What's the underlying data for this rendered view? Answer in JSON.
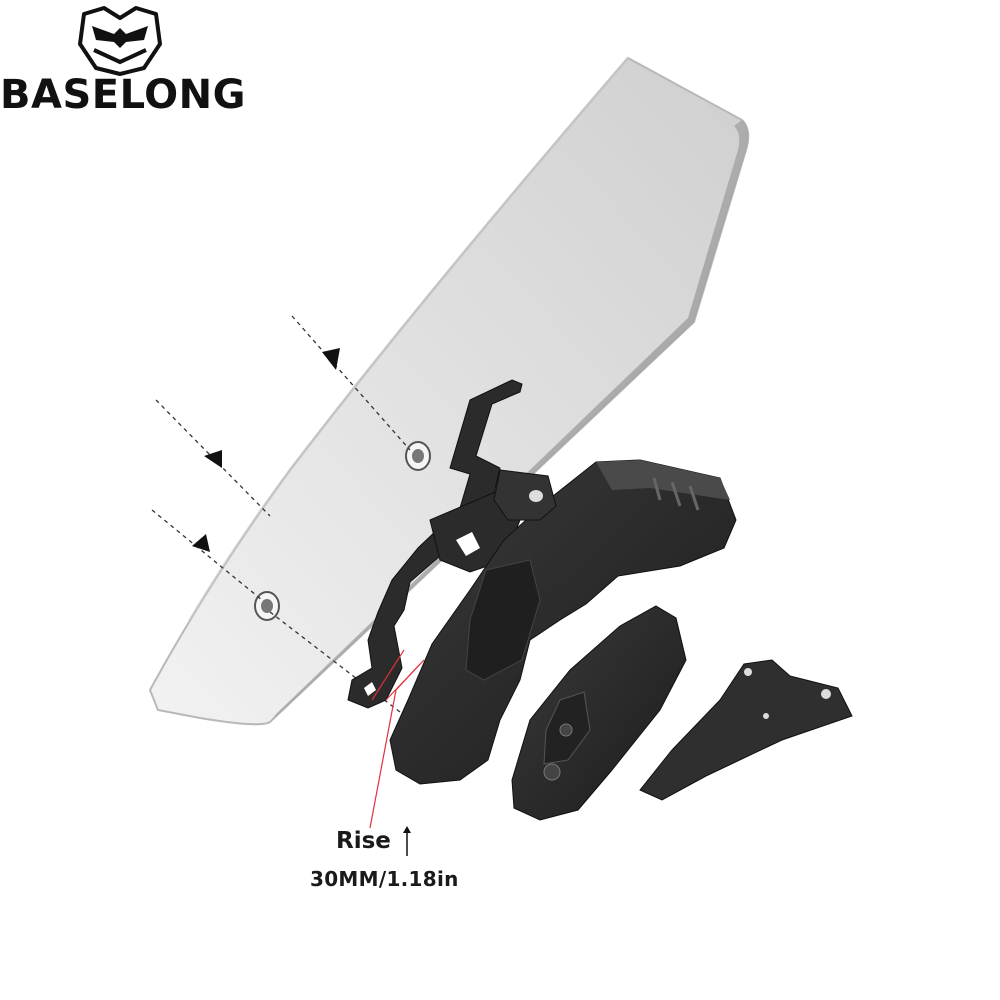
{
  "brand": {
    "name": "BASELONG",
    "logo_icon": "mask-shield-icon"
  },
  "annotation": {
    "label": "Rise",
    "arrow_icon": "up-arrow-icon",
    "value": "30MM/1.18in",
    "line_color": "#e0303a"
  },
  "colors": {
    "bracket": "#2a2a2a",
    "screen": "#d9d9d9",
    "text": "#111111"
  }
}
